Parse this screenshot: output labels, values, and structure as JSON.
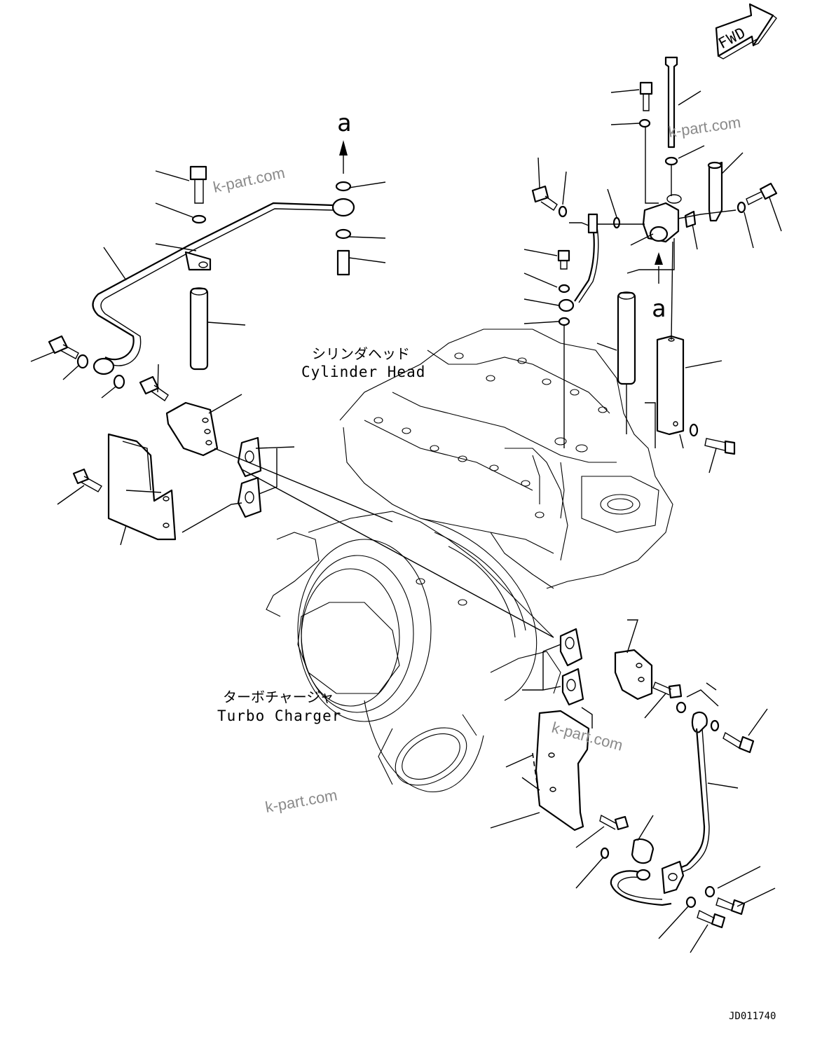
{
  "labels": {
    "cylinder_head_jp": "シリンダヘッド",
    "cylinder_head_en": "Cylinder Head",
    "turbo_charger_jp": "ターボチャージャ",
    "turbo_charger_en": "Turbo Charger",
    "direction": "FWD",
    "section_mark_top": "a",
    "section_mark_right": "a",
    "drawing_code": "JD011740"
  },
  "watermarks": [
    "k-part.com",
    "k-part.com",
    "k-part.com",
    "k-part.com"
  ]
}
